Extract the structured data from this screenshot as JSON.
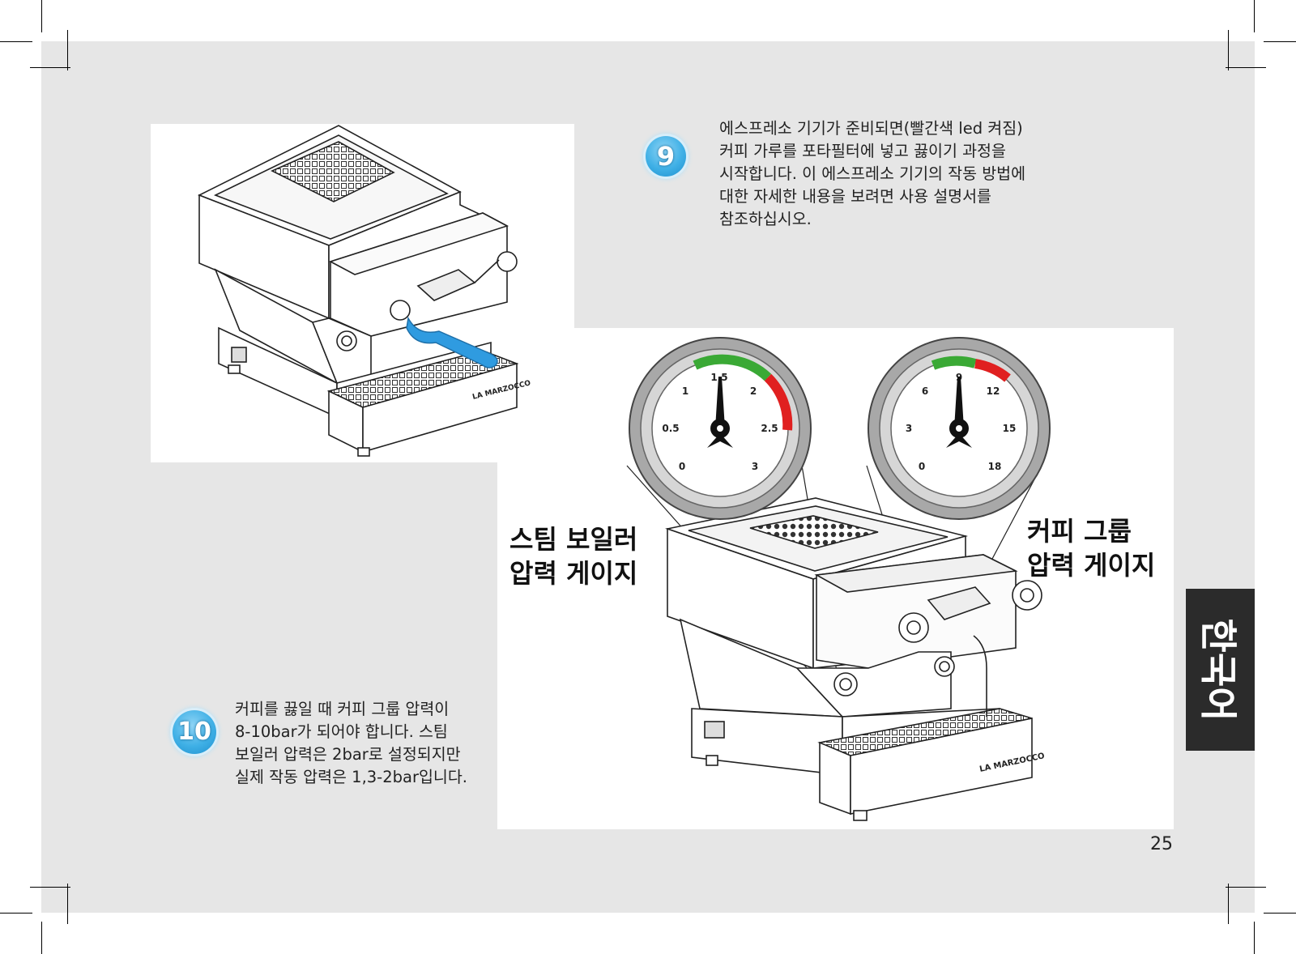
{
  "step9": {
    "number": "9",
    "lines": [
      "에스프레소 기기가 준비되면(빨간색 led 켜짐)",
      "커피 가루를 포타필터에 넣고 끓이기 과정을",
      "시작합니다.  이 에스프레소 기기의 작동 방법에",
      "대한 자세한 내용을 보려면 사용 설명서를",
      "참조하십시오."
    ]
  },
  "step10": {
    "number": "10",
    "lines": [
      "커피를 끓일 때 커피 그룹 압력이",
      "8-10bar가 되어야 합니다. 스팀",
      "보일러 압력은 2bar로 설정되지만",
      "실제 작동 압력은 1,3-2bar입니다."
    ]
  },
  "steam_gauge": {
    "label_lines": [
      "스팀 보일러",
      "압력 게이지"
    ],
    "ticks": [
      "0",
      "0.5",
      "1",
      "1.5",
      "2",
      "2.5",
      "3"
    ]
  },
  "group_gauge": {
    "label_lines": [
      "커피 그룹",
      "압력 게이지"
    ],
    "ticks": [
      "0",
      "3",
      "6",
      "9",
      "12",
      "15",
      "18"
    ]
  },
  "brand": "LA MARZOCCO",
  "language_tab": "한국어",
  "page_number": "25",
  "colors": {
    "badge": "#3fb0e6",
    "gauge_green": "#3aa935",
    "gauge_red": "#e02020",
    "portafilter": "#2f9be0",
    "language_tab": "#2b2b2b"
  }
}
